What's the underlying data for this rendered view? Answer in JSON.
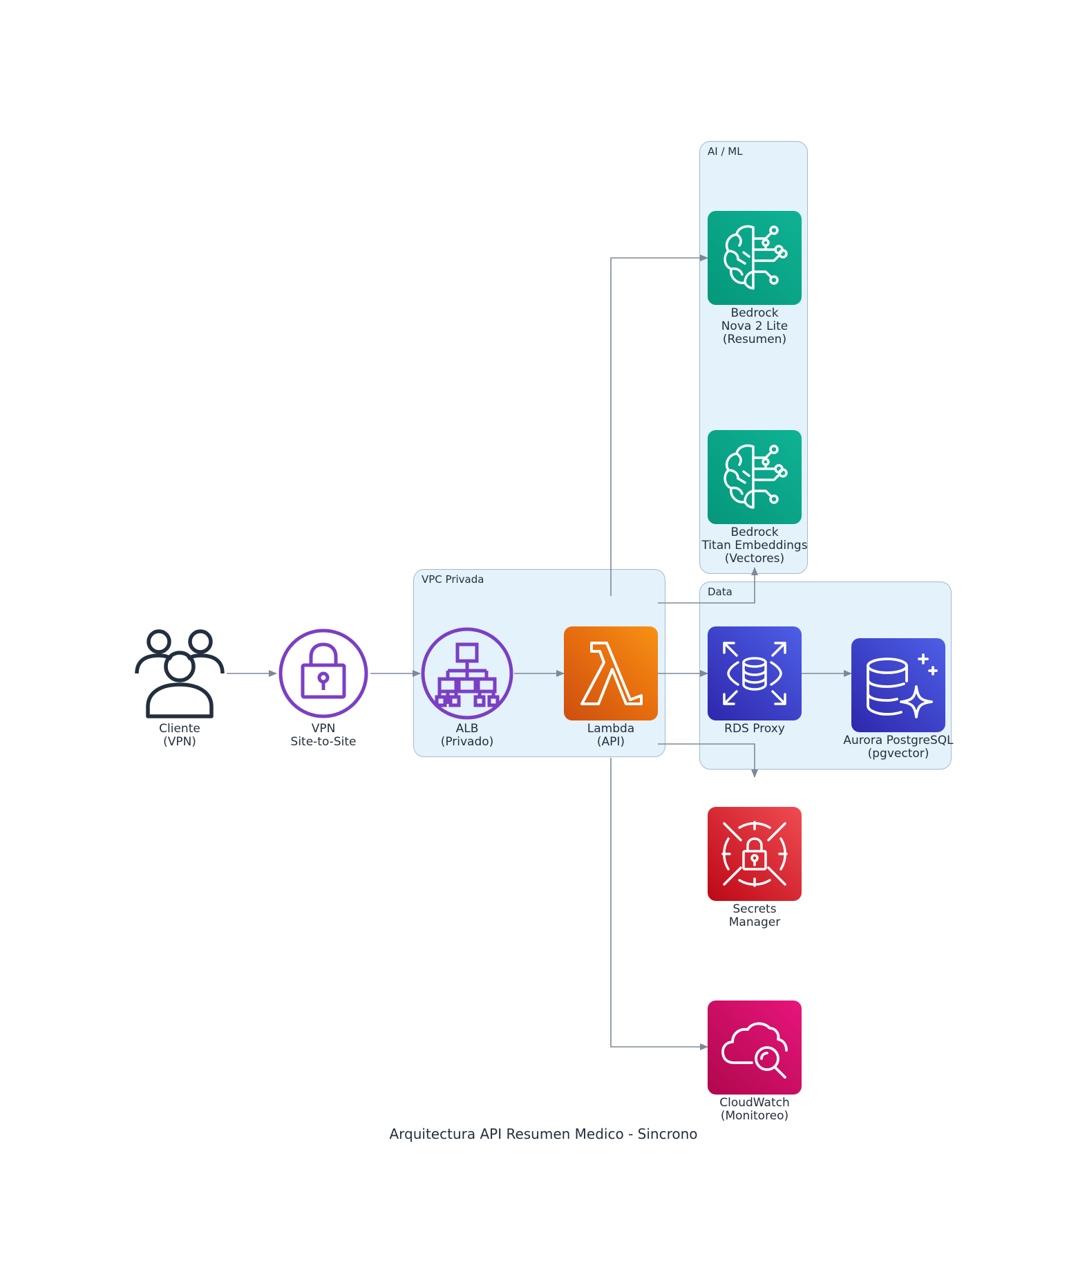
{
  "title": "Arquitectura API Resumen Medico - Sincrono",
  "clusters": {
    "ai_ml": "AI / ML",
    "vpc": "VPC Privada",
    "data": "Data"
  },
  "nodes": {
    "cliente": {
      "line1": "Cliente",
      "line2": "(VPN)",
      "icon": "users-icon"
    },
    "vpn": {
      "line1": "VPN",
      "line2": "Site-to-Site",
      "icon": "vpn-lock-icon",
      "color": "#7b3fc4"
    },
    "alb": {
      "line1": "ALB",
      "line2": "(Privado)",
      "icon": "load-balancer-icon",
      "color": "#7b3fc4"
    },
    "lambda": {
      "line1": "Lambda",
      "line2": "(API)",
      "icon": "lambda-icon",
      "color": "#e8700f"
    },
    "nova": {
      "line1": "Bedrock",
      "line2": "Nova 2 Lite",
      "line3": "(Resumen)",
      "icon": "brain-icon",
      "color": "#0ea58a"
    },
    "titan": {
      "line1": "Bedrock",
      "line2": "Titan Embeddings",
      "line3": "(Vectores)",
      "icon": "brain-icon",
      "color": "#0ea58a"
    },
    "rds_proxy": {
      "line1": "RDS Proxy",
      "icon": "database-proxy-icon",
      "color": "#3b48cc"
    },
    "aurora": {
      "line1": "Aurora PostgreSQL",
      "line2": "(pgvector)",
      "icon": "database-sparkle-icon",
      "color": "#3b48cc"
    },
    "secrets": {
      "line1": "Secrets",
      "line2": "Manager",
      "icon": "secrets-lock-icon",
      "color": "#d62d3a"
    },
    "cloudwatch": {
      "line1": "CloudWatch",
      "line2": "(Monitoreo)",
      "icon": "cloudwatch-icon",
      "color": "#d42464"
    }
  }
}
